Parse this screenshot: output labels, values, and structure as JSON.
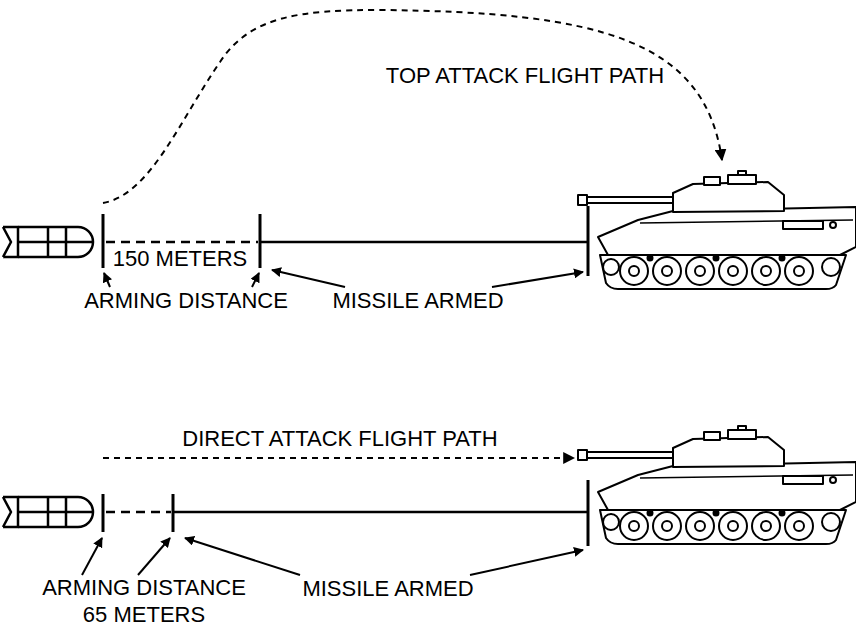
{
  "diagram": {
    "labels": [
      "TOP ATTACK FLIGHT PATH",
      "150 METERS",
      "ARMING DISTANCE",
      "MISSILE ARMED",
      "DIRECT ATTACK FLIGHT PATH",
      "ARMING DISTANCE 65 METERS",
      "MISSILE ARMED"
    ]
  }
}
